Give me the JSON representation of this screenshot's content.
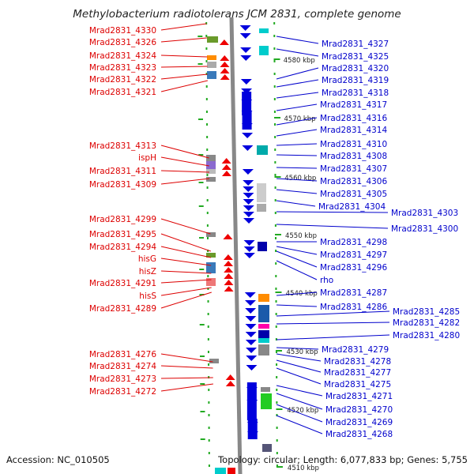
{
  "title": "Methylobacterium radiotolerans JCM 2831, complete genome",
  "footer": {
    "accession": "Accession: NC_010505",
    "info": "Topology: circular; Length: 6,077,833 bp; Genes: 5,755"
  },
  "colors": {
    "left_label": "#dd0000",
    "right_label": "#0000cc",
    "forward_gene": "#ee0000",
    "reverse_gene": "#0000dd",
    "backbone": "#888888",
    "dot_grid": "#22aa22"
  },
  "scale_labels": [
    "4580 kbp",
    "4570 kbp",
    "4560 kbp",
    "4550 kbp",
    "4540 kbp",
    "4530 kbp",
    "4520 kbp",
    "4510 kbp"
  ],
  "left_labels": [
    "Mrad2831_4330",
    "Mrad2831_4326",
    "Mrad2831_4324",
    "Mrad2831_4323",
    "Mrad2831_4322",
    "Mrad2831_4321",
    "Mrad2831_4313",
    "ispH",
    "Mrad2831_4311",
    "Mrad2831_4309",
    "Mrad2831_4299",
    "Mrad2831_4295",
    "Mrad2831_4294",
    "hisG",
    "hisZ",
    "Mrad2831_4291",
    "hisS",
    "Mrad2831_4289",
    "Mrad2831_4276",
    "Mrad2831_4274",
    "Mrad2831_4273",
    "Mrad2831_4272"
  ],
  "right_labels": [
    "Mrad2831_4327",
    "Mrad2831_4325",
    "Mrad2831_4320",
    "Mrad2831_4319",
    "Mrad2831_4318",
    "Mrad2831_4317",
    "Mrad2831_4316",
    "Mrad2831_4314",
    "Mrad2831_4310",
    "Mrad2831_4308",
    "Mrad2831_4307",
    "Mrad2831_4306",
    "Mrad2831_4305",
    "Mrad2831_4304",
    "Mrad2831_4303",
    "Mrad2831_4300",
    "Mrad2831_4298",
    "Mrad2831_4297",
    "Mrad2831_4296",
    "rho",
    "Mrad2831_4287",
    "Mrad2831_4286",
    "Mrad2831_4285",
    "Mrad2831_4282",
    "Mrad2831_4280",
    "Mrad2831_4279",
    "Mrad2831_4278",
    "Mrad2831_4277",
    "Mrad2831_4275",
    "Mrad2831_4271",
    "Mrad2831_4270",
    "Mrad2831_4269",
    "Mrad2831_4268"
  ]
}
